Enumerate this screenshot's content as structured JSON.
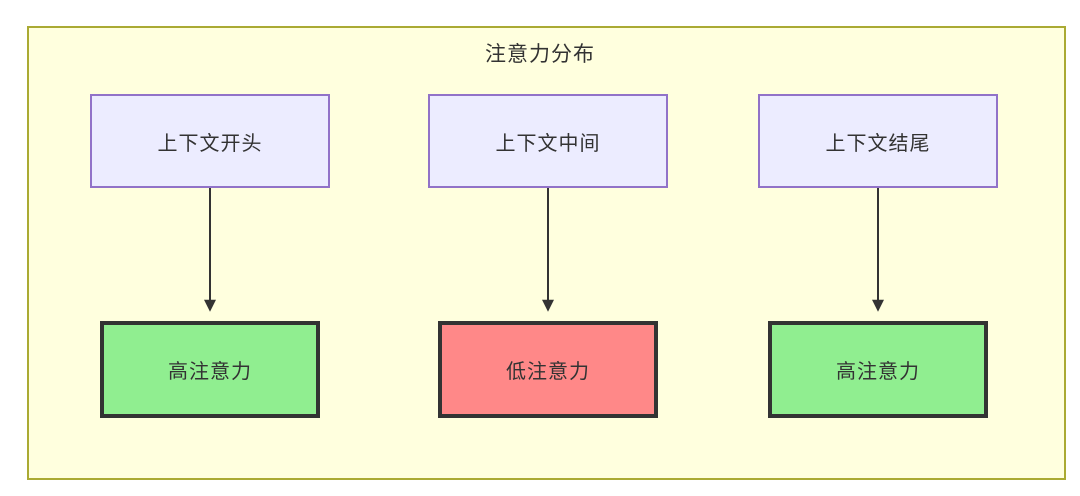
{
  "diagram": {
    "title": "注意力分布",
    "frame": {
      "background": "#ffffde",
      "border_color": "#aaaa33"
    },
    "node_styles": {
      "context": {
        "fill": "#ececff",
        "border": "#9172c8"
      },
      "high": {
        "fill": "#90ee90",
        "border": "#333333"
      },
      "low": {
        "fill": "#ff8888",
        "border": "#333333"
      }
    },
    "arrow_color": "#333333",
    "columns": [
      {
        "top_label": "上下文开头",
        "bottom_label": "高注意力",
        "bottom_type": "high"
      },
      {
        "top_label": "上下文中间",
        "bottom_label": "低注意力",
        "bottom_type": "low"
      },
      {
        "top_label": "上下文结尾",
        "bottom_label": "高注意力",
        "bottom_type": "high"
      }
    ]
  }
}
